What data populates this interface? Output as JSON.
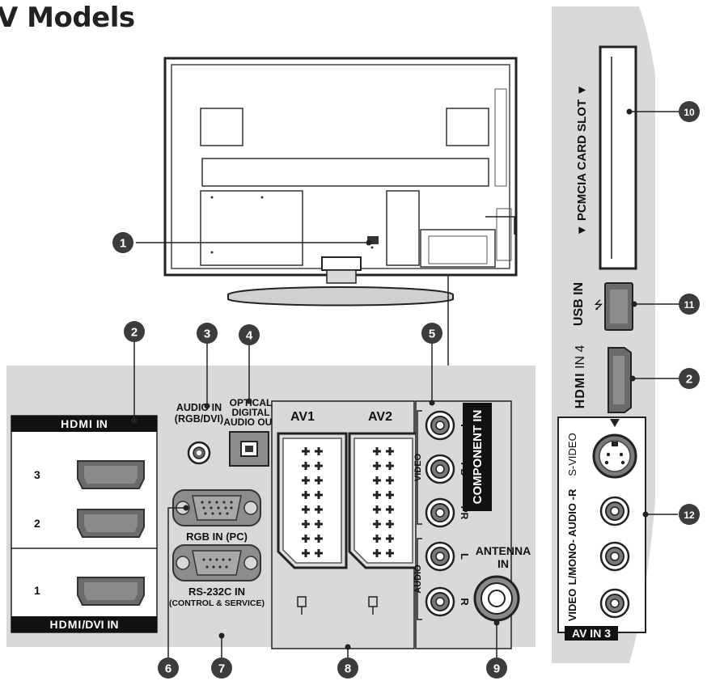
{
  "page": {
    "title": "V Models"
  },
  "side_panel": {
    "pcmcia_label": "▼ PCMCIA CARD SLOT ▼",
    "usb_label": "USB IN",
    "hdmi4_brand": "HDMI",
    "hdmi4_label": "IN 4",
    "svideo_label": "S-VIDEO",
    "audio_label": "L/MONO- AUDIO -R",
    "video_label": "VIDEO",
    "av3_label": "AV IN 3"
  },
  "back_panel": {
    "hdmi_in_brand": "HDMI",
    "hdmi_in_label": "IN",
    "hdmi_port_numbers": [
      "3",
      "2",
      "1"
    ],
    "hdmi_dvi_brand": "HDMI",
    "hdmi_dvi_label": "/DVI IN",
    "audio_in_label_1": "AUDIO IN",
    "audio_in_label_2": "(RGB/DVI)",
    "optical_label_1": "OPTICAL",
    "optical_label_2": "DIGITAL",
    "optical_label_3": "AUDIO OUT",
    "rgb_in_label": "RGB IN (PC)",
    "rs232_label_1": "RS-232C IN",
    "rs232_label_2": "(CONTROL & SERVICE)",
    "av1_label": "AV1",
    "av2_label": "AV2",
    "component_label": "COMPONENT IN",
    "video_group_label": "VIDEO",
    "audio_group_label": "AUDIO",
    "component_port_labels": [
      "Y",
      "PB",
      "PR",
      "L",
      "R"
    ],
    "antenna_label_1": "ANTENNA",
    "antenna_label_2": "IN"
  },
  "callouts": [
    "1",
    "2",
    "3",
    "4",
    "5",
    "6",
    "7",
    "8",
    "9",
    "10",
    "11",
    "2",
    "12"
  ],
  "colors": {
    "panel_grey": "#d9d9d9",
    "callout_fill": "#3c3c3c",
    "port_fill": "#6b6b6b",
    "label_black": "#111111"
  }
}
